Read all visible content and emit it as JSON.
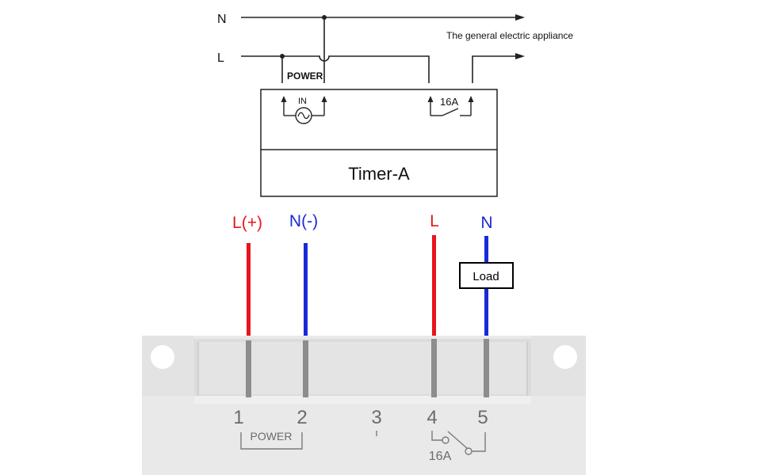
{
  "schematic": {
    "line_n_label": "N",
    "line_l_label": "L",
    "appliance_label": "The general electric appliance",
    "power_label": "POWER",
    "in_label": "IN",
    "relay_rating": "16A",
    "device_name": "Timer-A"
  },
  "wiring": {
    "wire_l_plus_label": "L(+)",
    "wire_n_minus_label": "N(-)",
    "wire_l_label": "L",
    "wire_n_label": "N",
    "load_label": "Load",
    "colors": {
      "live": "#e8141e",
      "neutral": "#1a2ad6"
    }
  },
  "terminals": {
    "numbers": [
      "1",
      "2",
      "3",
      "4",
      "5"
    ],
    "power_label": "POWER",
    "relay_rating": "16A"
  }
}
